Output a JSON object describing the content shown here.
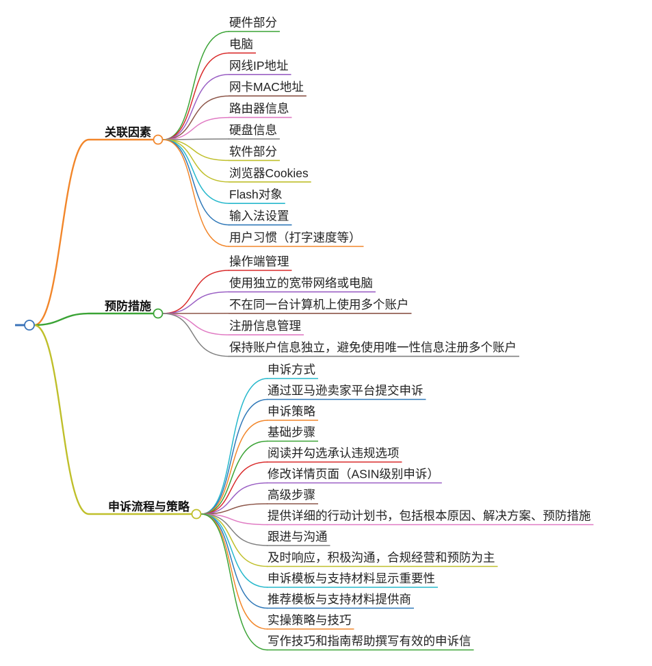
{
  "mindmap": {
    "root": {
      "color": "#3a73b8"
    },
    "branches": [
      {
        "label": "关联因素",
        "color": "#f2862a",
        "children": [
          {
            "label": "硬件部分",
            "color": "#3aa335"
          },
          {
            "label": "电脑",
            "color": "#d92b2b"
          },
          {
            "label": "网线IP地址",
            "color": "#9a5fc4"
          },
          {
            "label": "网卡MAC地址",
            "color": "#8c5548"
          },
          {
            "label": "路由器信息",
            "color": "#e07ac3"
          },
          {
            "label": "硬盘信息",
            "color": "#7f7f7f"
          },
          {
            "label": "软件部分",
            "color": "#bfbf2a"
          },
          {
            "label": "浏览器Cookies",
            "color": "#bfbf2a"
          },
          {
            "label": "Flash对象",
            "color": "#26b8cc"
          },
          {
            "label": "输入法设置",
            "color": "#2f78b8"
          },
          {
            "label": "用户习惯（打字速度等）",
            "color": "#f2862a"
          }
        ]
      },
      {
        "label": "预防措施",
        "color": "#3aa335",
        "children": [
          {
            "label": "操作端管理",
            "color": "#d92b2b"
          },
          {
            "label": "使用独立的宽带网络或电脑",
            "color": "#9a5fc4"
          },
          {
            "label": "不在同一台计算机上使用多个账户",
            "color": "#8c5548"
          },
          {
            "label": "注册信息管理",
            "color": "#e07ac3"
          },
          {
            "label": "保持账户信息独立，避免使用唯一性信息注册多个账户",
            "color": "#7f7f7f"
          }
        ]
      },
      {
        "label": "申诉流程与策略",
        "color": "#bfbf2a",
        "children": [
          {
            "label": "申诉方式",
            "color": "#26b8cc"
          },
          {
            "label": "通过亚马逊卖家平台提交申诉",
            "color": "#2f78b8"
          },
          {
            "label": "申诉策略",
            "color": "#f2862a"
          },
          {
            "label": "基础步骤",
            "color": "#3aa335"
          },
          {
            "label": "阅读并勾选承认违规选项",
            "color": "#d92b2b"
          },
          {
            "label": "修改详情页面（ASIN级别申诉）",
            "color": "#9a5fc4"
          },
          {
            "label": "高级步骤",
            "color": "#8c5548"
          },
          {
            "label": "提供详细的行动计划书，包括根本原因、解决方案、预防措施",
            "color": "#e07ac3"
          },
          {
            "label": "跟进与沟通",
            "color": "#7f7f7f"
          },
          {
            "label": "及时响应，积极沟通，合规经营和预防为主",
            "color": "#bfbf2a"
          },
          {
            "label": "申诉模板与支持材料显示重要性",
            "color": "#26b8cc"
          },
          {
            "label": "推荐模板与支持材料提供商",
            "color": "#2f78b8"
          },
          {
            "label": "实操策略与技巧",
            "color": "#f2862a"
          },
          {
            "label": "写作技巧和指南帮助撰写有效的申诉信",
            "color": "#3aa335"
          }
        ]
      }
    ]
  }
}
